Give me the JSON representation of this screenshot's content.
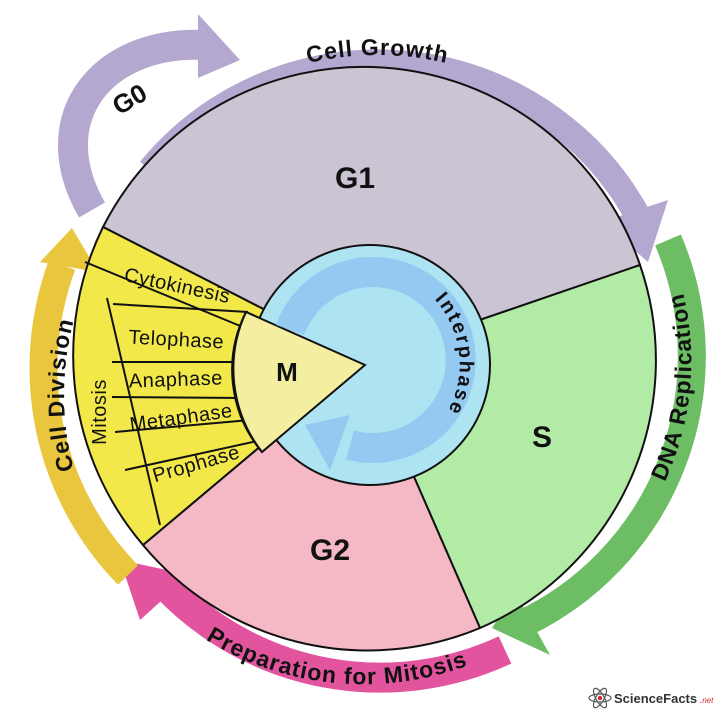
{
  "phases": {
    "g1": "G1",
    "s": "S",
    "g2": "G2",
    "m": "M",
    "g0": "G0"
  },
  "bands": {
    "cell_growth": "Cell Growth",
    "dna_replication": "DNA Replication",
    "preparation_for_mitosis": "Preparation for Mitosis",
    "cell_division": "Cell Division"
  },
  "mitosis": {
    "label": "Mitosis",
    "stages": [
      "Telophase",
      "Anaphase",
      "Metaphase",
      "Prophase"
    ],
    "cytokinesis": "Cytokinesis"
  },
  "interphase": "Interphase",
  "watermark": {
    "name": "ScienceFacts",
    "suffix": ".net"
  },
  "colors": {
    "g1_fill": "#cbc4d3",
    "s_fill": "#b2eba5",
    "g2_fill": "#f5b9c6",
    "m_fill": "#f3eea0",
    "mitosis_fill": "#f2e84a",
    "interphase_outer": "#aee4f2",
    "interphase_arrow": "#94c9f2",
    "cell_growth_arrow": "#b5a8d0",
    "dna_replication_arrow": "#6cbd63",
    "preparation_arrow": "#e2549e",
    "cell_division_arrow": "#e9c63e"
  }
}
